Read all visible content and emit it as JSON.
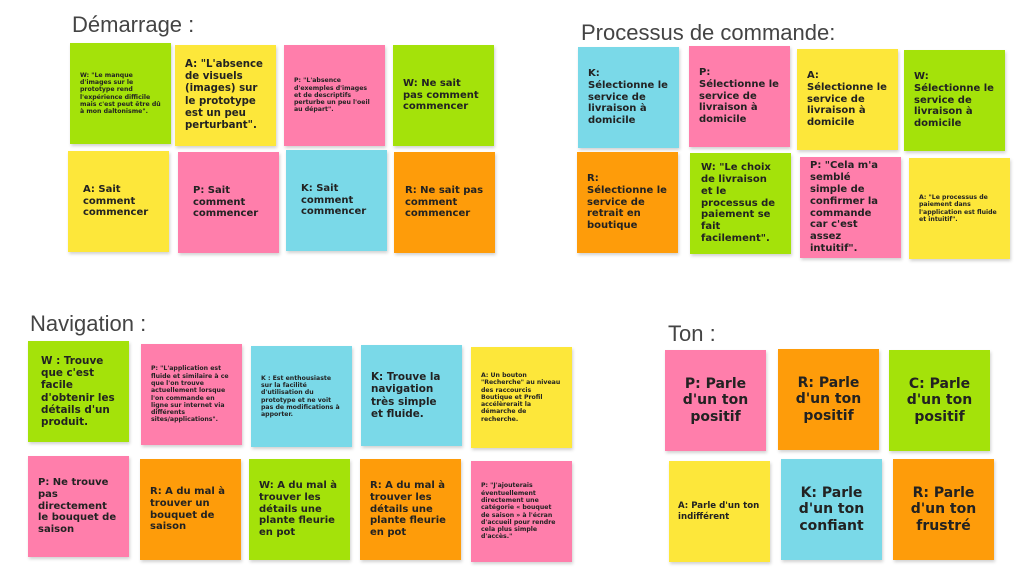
{
  "colors": {
    "green": "#a4e20a",
    "yellow": "#fde73a",
    "pink": "#ff7eab",
    "blue": "#7ad9e8",
    "orange": "#fe9c0a"
  },
  "demarrage": {
    "title": "Démarrage :",
    "notes": [
      {
        "color": "green",
        "text": "W: \"Le manque d'images sur le prototype rend l'expérience difficile mais c'est peut être dû à mon daltonisme\"."
      },
      {
        "color": "yellow",
        "text": "A: \"L'absence de visuels (images) sur le prototype est un peu perturbant\"."
      },
      {
        "color": "pink",
        "text": "P: \"L'absence d'exemples d'images et de descriptifs perturbe un peu l'oeil au départ\"."
      },
      {
        "color": "green",
        "text": "W: Ne sait pas comment commencer"
      },
      {
        "color": "yellow",
        "text": "A: Sait comment commencer"
      },
      {
        "color": "pink",
        "text": "P: Sait comment commencer"
      },
      {
        "color": "blue",
        "text": "K: Sait comment commencer"
      },
      {
        "color": "orange",
        "text": "R: Ne sait pas comment commencer"
      }
    ]
  },
  "processus": {
    "title": "Processus de commande:",
    "notes": [
      {
        "color": "blue",
        "text": "K: Sélectionne le service de livraison à domicile"
      },
      {
        "color": "pink",
        "text": "P: Sélectionne le service de livraison à domicile"
      },
      {
        "color": "yellow",
        "text": "A: Sélectionne le service de livraison à domicile"
      },
      {
        "color": "green",
        "text": "W: Sélectionne le service de livraison à domicile"
      },
      {
        "color": "orange",
        "text": "R: Sélectionne le service de retrait en boutique"
      },
      {
        "color": "green",
        "text": "W: \"Le choix de livraison et le processus de paiement se fait facilement\"."
      },
      {
        "color": "pink",
        "text": "P: \"Cela m'a semblé simple de confirmer la commande car c'est assez intuitif\"."
      },
      {
        "color": "yellow",
        "text": "A: \"Le processus de paiement dans l'application est fluide et intuitif\"."
      }
    ]
  },
  "navigation": {
    "title": "Navigation :",
    "notes": [
      {
        "color": "green",
        "text": "W : Trouve que c'est facile d'obtenir les détails d'un produit."
      },
      {
        "color": "pink",
        "text": "P: \"L'application est fluide et similaire à ce que l'on trouve actuellement lorsque l'on commande en ligne sur internet via différents sites/applications\"."
      },
      {
        "color": "blue",
        "text": "K : Est enthousiaste sur la facilité d'utilisation du prototype et ne voit pas de modifications à apporter."
      },
      {
        "color": "blue",
        "text": "K: Trouve la navigation très simple et fluide."
      },
      {
        "color": "yellow",
        "text": "A: Un bouton \"Recherche\" au niveau des raccourcis Boutique et Profil accélèrerait la démarche de recherche."
      },
      {
        "color": "pink",
        "text": "P: Ne trouve pas directement le bouquet de saison"
      },
      {
        "color": "orange",
        "text": "R: A du mal à trouver un bouquet de saison"
      },
      {
        "color": "green",
        "text": "W: A du mal à trouver les détails une plante fleurie en pot"
      },
      {
        "color": "orange",
        "text": "R: A du mal à trouver les détails une plante fleurie en pot"
      },
      {
        "color": "pink",
        "text": "P: \"J'ajouterais éventuellement directement une catégorie « bouquet de saison » à l'écran d'accueil pour rendre cela plus simple d'accès.\""
      }
    ]
  },
  "ton": {
    "title": "Ton :",
    "notes": [
      {
        "color": "pink",
        "text": "P: Parle d'un ton positif"
      },
      {
        "color": "orange",
        "text": "R: Parle d'un ton positif"
      },
      {
        "color": "green",
        "text": "C: Parle d'un ton positif"
      },
      {
        "color": "yellow",
        "text": "A: Parle d'un ton indifférent"
      },
      {
        "color": "blue",
        "text": "K: Parle d'un ton confiant"
      },
      {
        "color": "orange",
        "text": "R: Parle d'un ton frustré"
      }
    ]
  }
}
